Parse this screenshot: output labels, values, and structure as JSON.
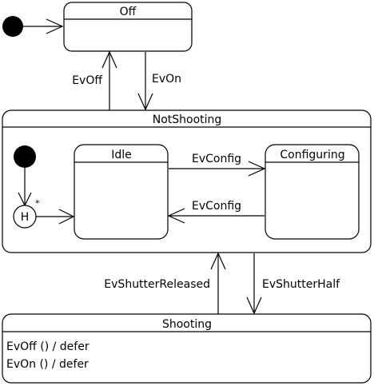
{
  "states": {
    "off": {
      "name": "Off"
    },
    "not_shooting": {
      "name": "NotShooting"
    },
    "idle": {
      "name": "Idle"
    },
    "configuring": {
      "name": "Configuring"
    },
    "shooting": {
      "name": "Shooting",
      "internal_actions": [
        "EvOff () / defer",
        "EvOn () / defer"
      ]
    },
    "history": {
      "label": "H",
      "marker": "*"
    }
  },
  "transitions": {
    "ev_off": "EvOff",
    "ev_on": "EvOn",
    "config_to_configuring": "EvConfig",
    "config_to_idle": "EvConfig",
    "shutter_released": "EvShutterReleased",
    "shutter_half": "EvShutterHalf"
  }
}
